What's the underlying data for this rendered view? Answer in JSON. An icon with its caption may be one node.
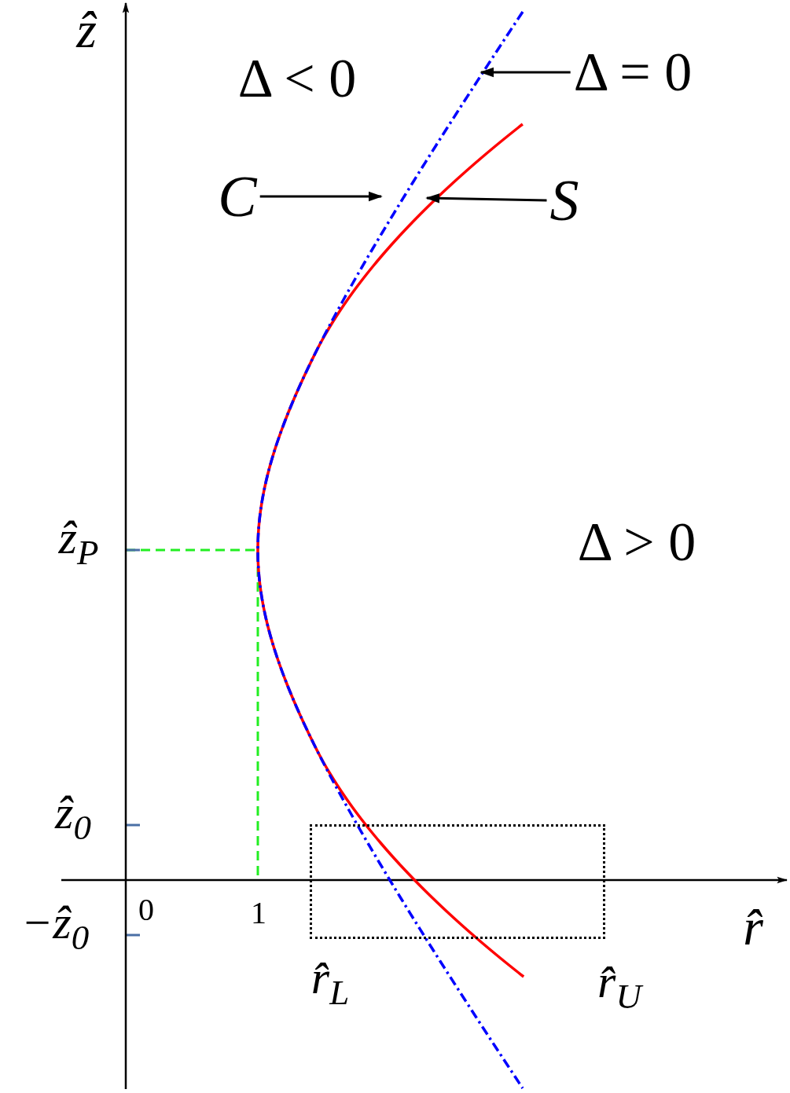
{
  "diagram": {
    "nodes": [
      {
        "text": [
          "Δ = 0"
        ]
      },
      {
        "text": [
          "C"
        ]
      },
      {
        "text": [
          "S"
        ]
      },
      {
        "text": [],
        "shape": "box"
      }
    ],
    "edges": [
      {
        "from": 0,
        "to": null,
        "arrow": "to"
      },
      {
        "from": 1,
        "to": null,
        "arrow": "to"
      },
      {
        "from": 2,
        "to": null,
        "arrow": "to"
      }
    ],
    "labels": [
      "ẑ",
      "Δ < 0",
      "ẑ$_{P}$",
      "Δ > 0",
      "ẑ$_{0}$",
      "0",
      "1",
      "−ẑ$_{0}$",
      "r̂",
      "r̂$_{L}$",
      "r̂$_{U}$"
    ]
  }
}
